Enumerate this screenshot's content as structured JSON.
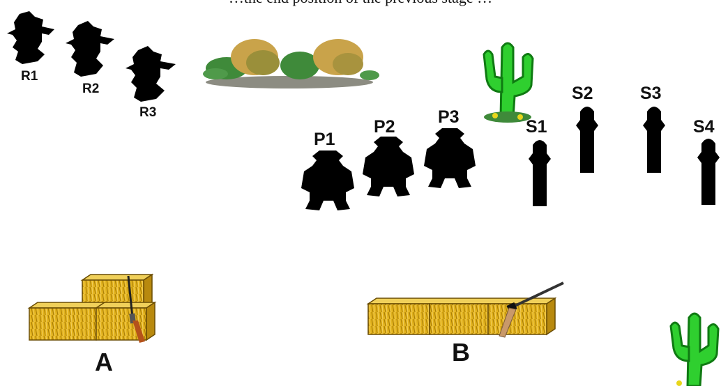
{
  "page": {
    "top_text": "…the end position of the previous stage …"
  },
  "targets": {
    "rifle_targets": [
      "R1",
      "R2",
      "R3"
    ],
    "pistol_targets": [
      "P1",
      "P2",
      "P3"
    ],
    "shotgun_targets": [
      "S1",
      "S2",
      "S3",
      "S4"
    ]
  },
  "positions": {
    "a_label": "A",
    "b_label": "B"
  },
  "colors": {
    "silhouette": "#000000",
    "hay": "#e2b21c",
    "hay_dark": "#a57a08",
    "cactus": "#2fcf2f",
    "cactus_dark": "#0f7a12",
    "brush_green": "#3f8a3a",
    "brush_tan": "#c9a34a"
  },
  "icons": {
    "rifle_target": "cowboy-head-silhouette-icon",
    "pistol_target": "bandit-silhouette-icon",
    "shotgun_target": "knockdown-plate-icon",
    "cactus": "cactus-icon",
    "brush": "desert-brush-icon",
    "hay_bale": "hay-bale-icon",
    "rifle": "rifle-icon",
    "shotgun": "shotgun-icon"
  }
}
